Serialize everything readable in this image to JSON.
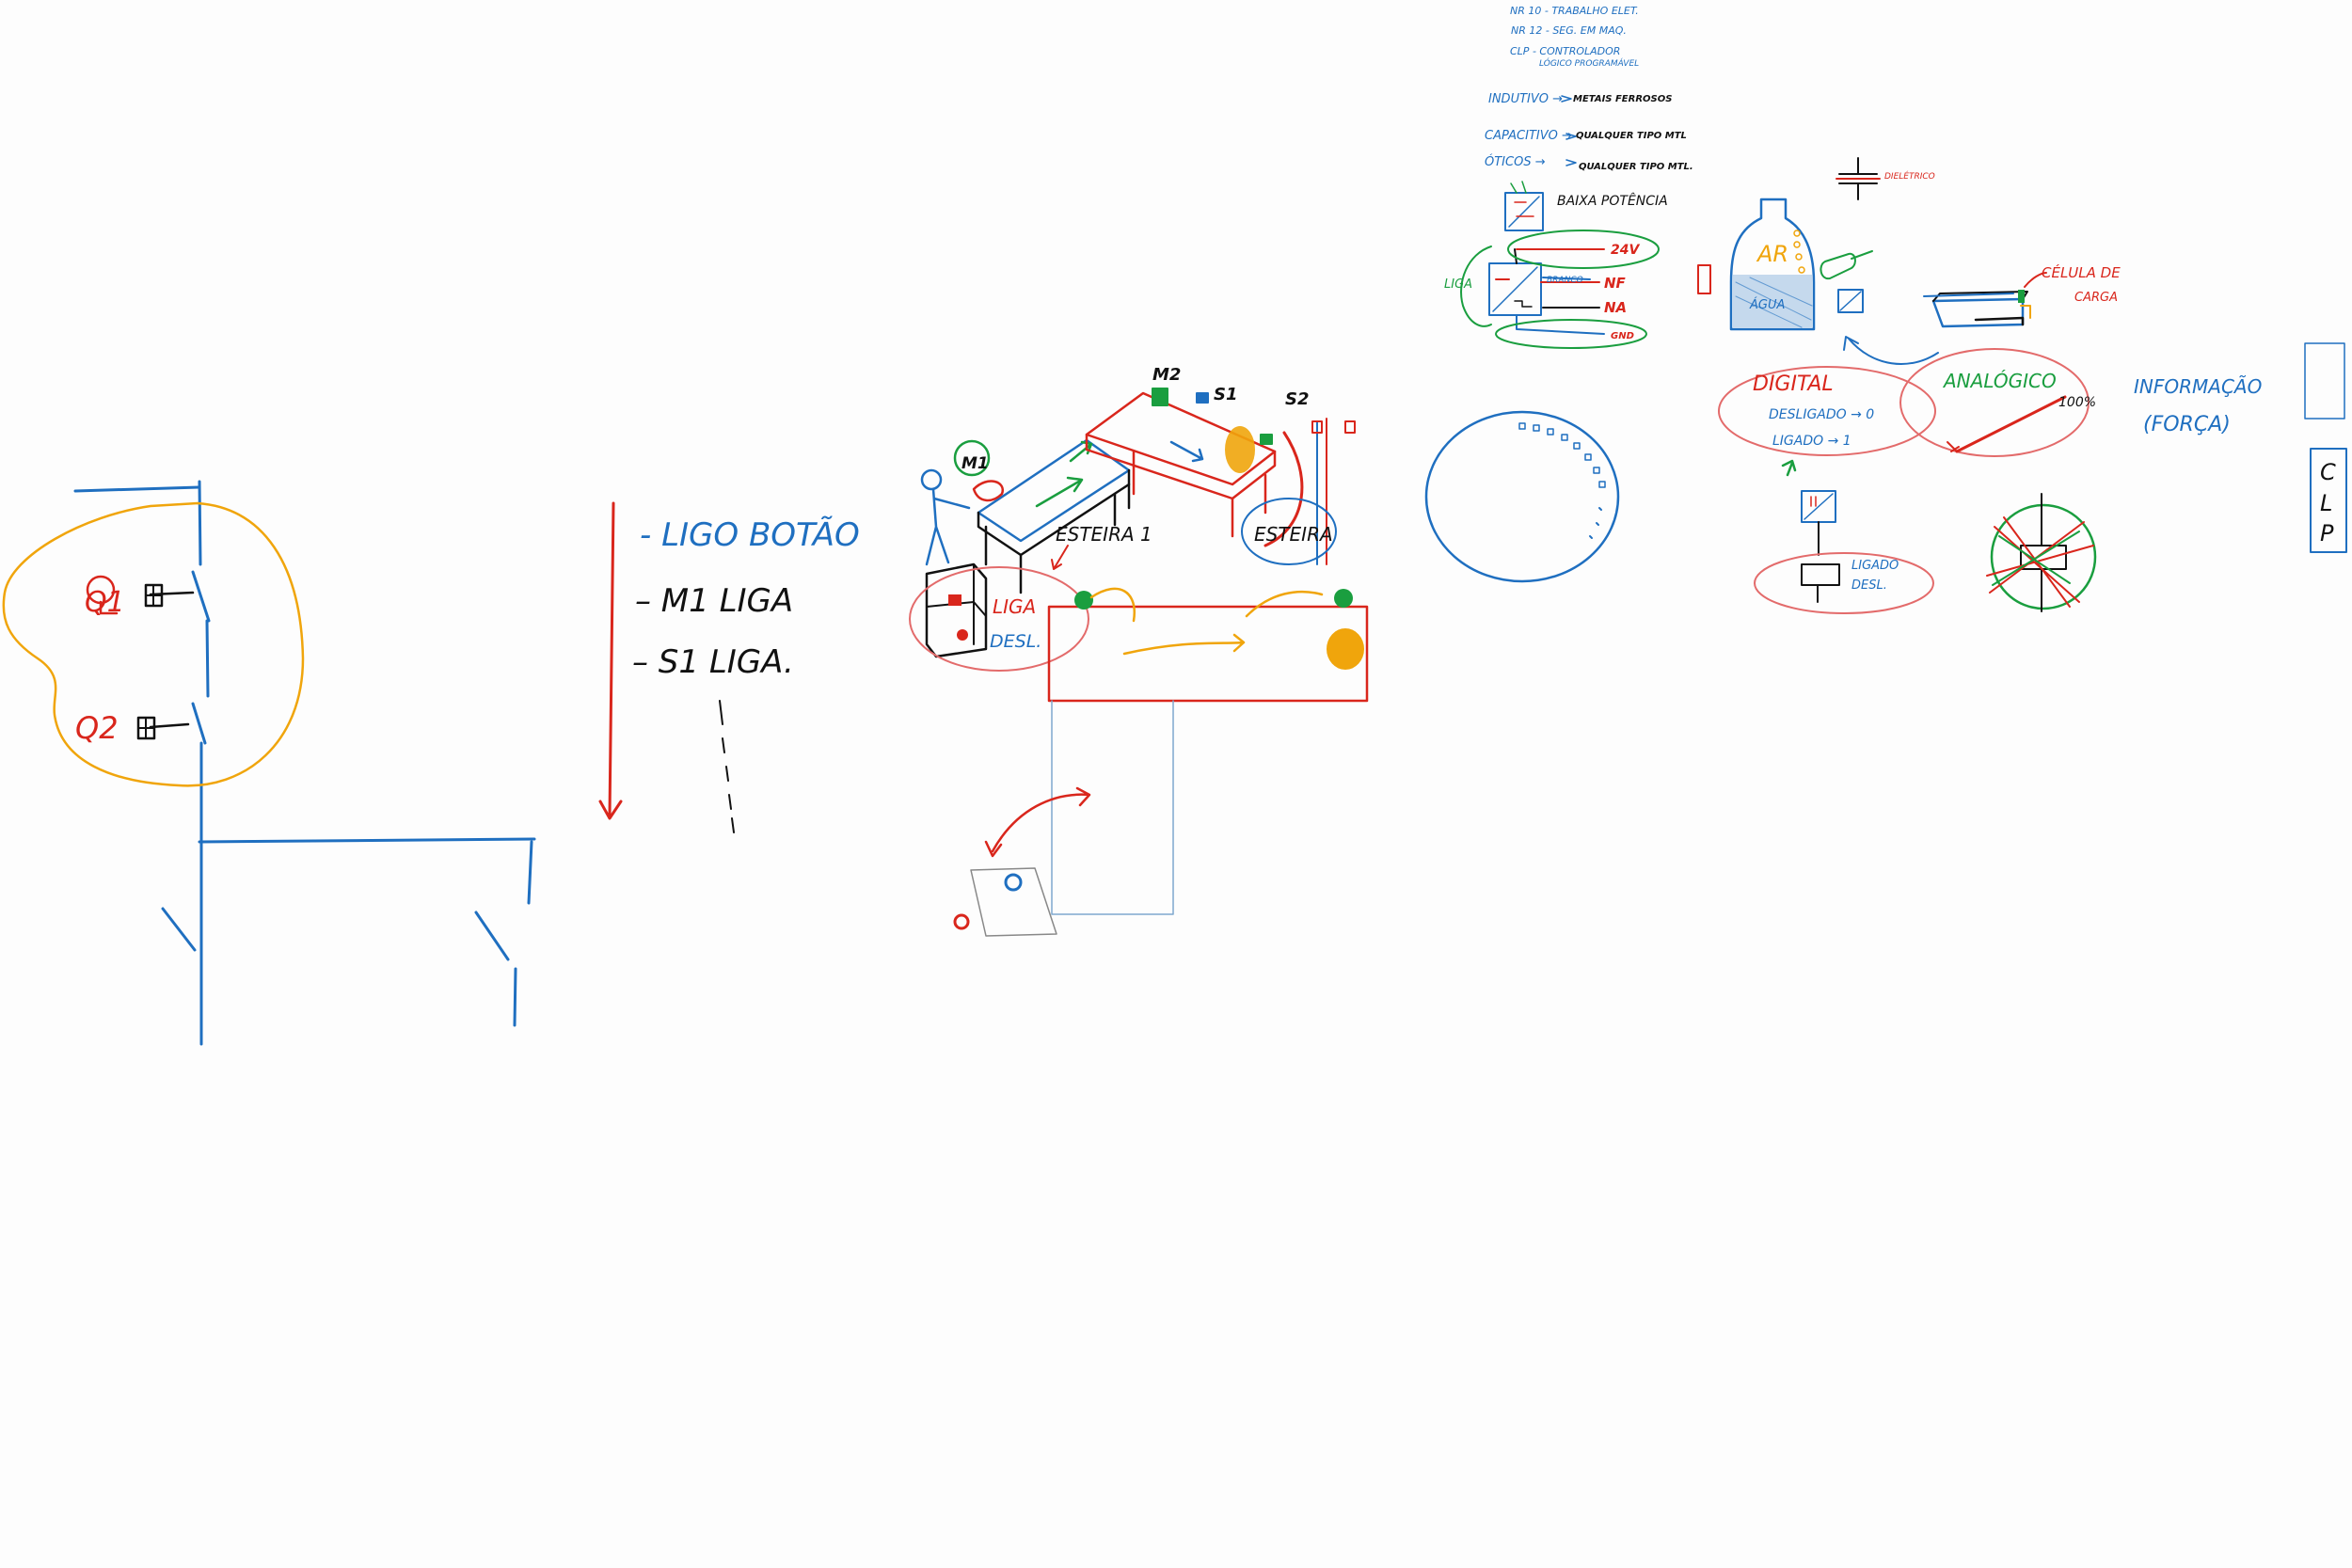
{
  "colors": {
    "blue": "#1f6fc0",
    "red": "#d9261c",
    "green": "#1a9e3f",
    "orange": "#f0a50c",
    "black": "#111111",
    "light_blue": "#7fa8cf",
    "pink": "#e36b6b"
  },
  "schematic": {
    "q1_label": "Q1",
    "q2_label": "Q2"
  },
  "sequence": {
    "step1": "- LIGO BOTÃO",
    "step2": "– M1 LIGA",
    "step3": "– S1 LIGA."
  },
  "conveyor": {
    "m1": "M1",
    "m2": "M2",
    "s1": "S1",
    "s2": "S2",
    "esteira1": "ESTEIRA 1",
    "esteira2": "ESTEIRA",
    "liga": "LIGA",
    "desl": "DESL."
  },
  "notes": {
    "nr10": "NR 10 - TRABALHO ELET.",
    "nr12": "NR 12 - SEG. EM MAQ.",
    "clp_line1": "CLP - CONTROLADOR",
    "clp_line2": "LÓGICO PROGRAMÁVEL",
    "indutivo": "INDUTIVO →",
    "indutivo_val": "METAIS FERROSOS",
    "capacitivo": "CAPACITIVO →",
    "capacitivo_val": "QUALQUER TIPO MTL",
    "oticos": "ÓTICOS →",
    "oticos_val": "QUALQUER TIPO MTL.",
    "baixa_potencia": "BAIXA POTÊNCIA",
    "v24": "24V",
    "nf": "NF",
    "na": "NA",
    "gnd": "GND",
    "branco": "BRANCO",
    "liga": "LIGA"
  },
  "sensors": {
    "dieletrico": "DIELÉTRICO",
    "ar": "AR",
    "agua": "ÁGUA",
    "celula_line1": "CÉLULA DE",
    "celula_line2": "CARGA",
    "digital": "DIGITAL",
    "desligado": "DESLIGADO → 0",
    "ligado": "LIGADO → 1",
    "analogico": "ANALÓGICO",
    "percent": "100%",
    "informacao_line1": "INFORMAÇÃO",
    "informacao_line2": "(FORÇA)",
    "ligado_desl_1": "LIGADO",
    "ligado_desl_2": "DESL.",
    "clp": [
      "C",
      "L",
      "P"
    ]
  }
}
